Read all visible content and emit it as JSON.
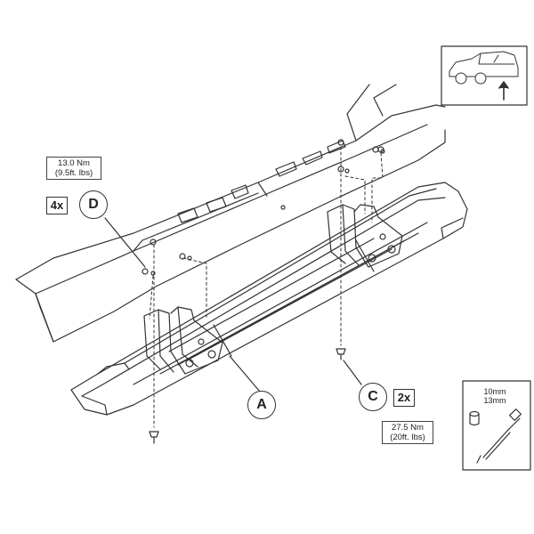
{
  "torque_d": {
    "nm": "13.0 Nm",
    "lbs": "(9.5ft. lbs)"
  },
  "torque_c": {
    "nm": "27.5 Nm",
    "lbs": "(20ft. lbs)"
  },
  "callouts": {
    "a": "A",
    "c": "C",
    "d": "D"
  },
  "quantities": {
    "d": "4x",
    "c": "2x"
  },
  "tools": {
    "socket_1": "10mm",
    "socket_2": "13mm"
  },
  "line_color": "#333333",
  "icons": [
    "vehicle-icon",
    "arrow-up-icon",
    "socket-icon",
    "ratchet-extension-icon"
  ]
}
